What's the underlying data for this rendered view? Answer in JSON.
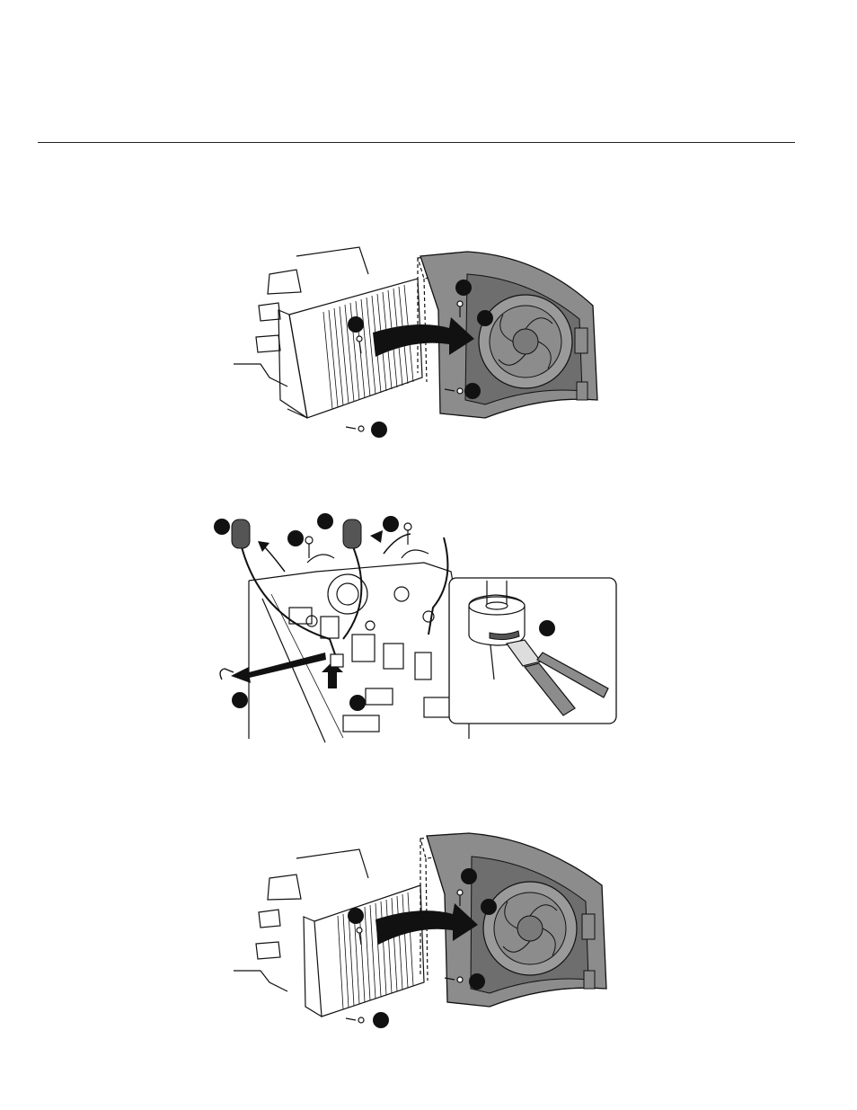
{
  "page": {
    "background": "#ffffff",
    "line_color": "#111111",
    "fan_color": "#8c8c8c",
    "fan_dark": "#6e6e6e"
  },
  "figures": [
    {
      "id": "fig1",
      "icons": [
        "fan-housing",
        "heatsink",
        "rotate-arrow",
        "screw",
        "callout-marker"
      ]
    },
    {
      "id": "fig2",
      "icons": [
        "ferrite-core",
        "cable-tie",
        "cutting-pliers",
        "pull-arrow",
        "screw",
        "callout-marker"
      ]
    },
    {
      "id": "fig3",
      "icons": [
        "fan-housing",
        "heatsink",
        "rotate-arrow",
        "screw",
        "callout-marker"
      ]
    }
  ]
}
